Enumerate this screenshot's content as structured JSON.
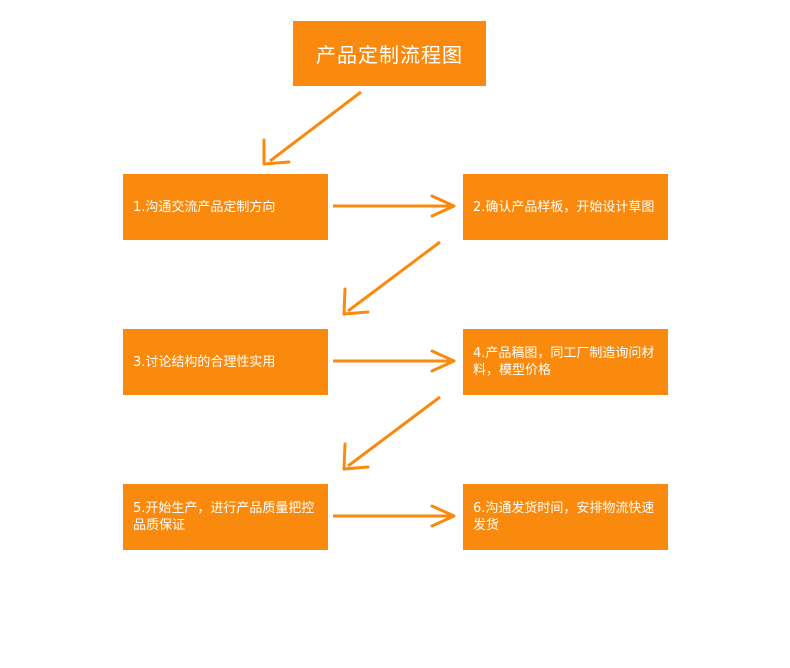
{
  "title": "产品定制流程图",
  "steps": [
    {
      "label": "1.沟通交流产品定制方向"
    },
    {
      "label": "2.确认产品样板，开始设计草图"
    },
    {
      "label": "3.讨论结构的合理性实用"
    },
    {
      "label": "4.产品稿图，同工厂制造询问材料，模型价格"
    },
    {
      "label": "5.开始生产，进行产品质量把控品质保证"
    },
    {
      "label": "6.沟通发货时间，安排物流快速发货"
    }
  ],
  "colors": {
    "box": "#f98a0d",
    "arrow": "#f98a0d",
    "text": "#ffffff",
    "background": "#ffffff"
  }
}
